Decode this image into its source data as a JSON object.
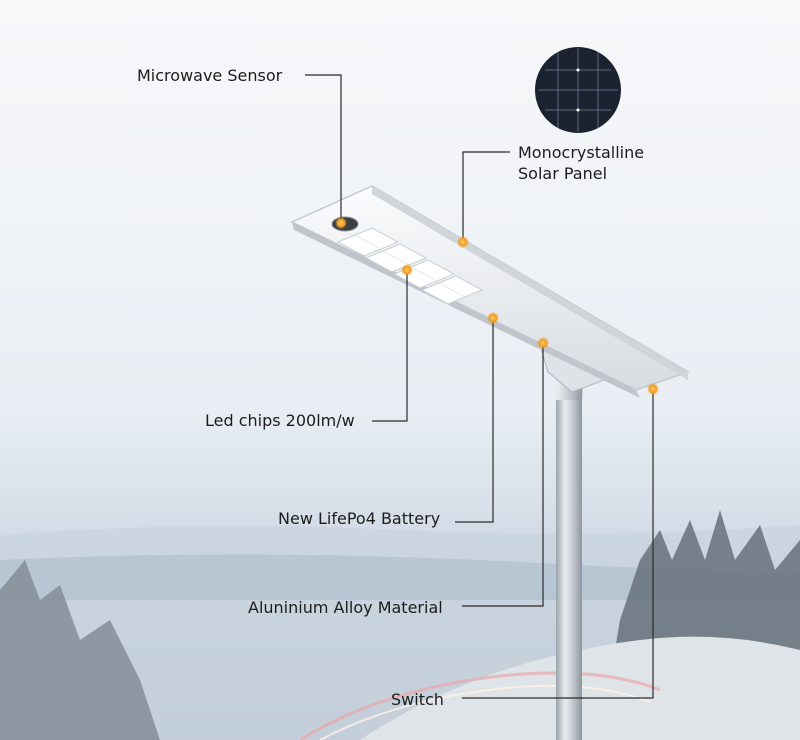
{
  "callouts": {
    "microwave_sensor": "Microwave Sensor",
    "solar_panel_line1": "Monocrystalline",
    "solar_panel_line2": "Solar Panel",
    "led_chips": "Led chips 200lm/w",
    "battery": "New LifePo4 Battery",
    "alloy": "Aluninium Alloy Material",
    "switch": "Switch"
  },
  "colors": {
    "callout_dot": "#f39a1e",
    "leader_line": "#2a2a2a",
    "panel_cell": "#1b2230"
  }
}
